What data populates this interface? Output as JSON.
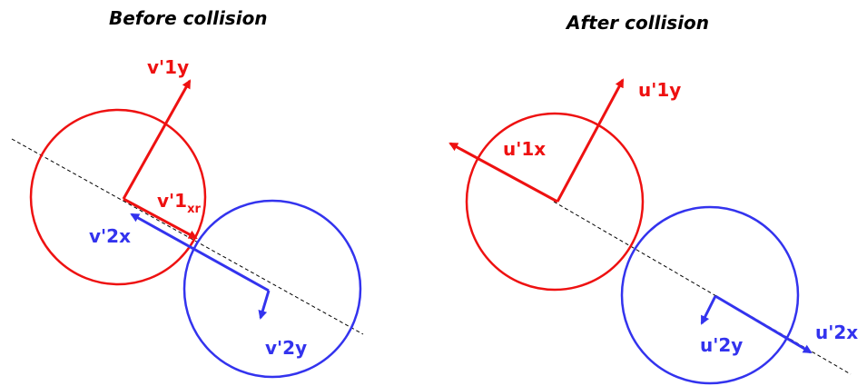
{
  "before": {
    "title": "Before collision",
    "labels": {
      "v1y": "v'1y",
      "v1x_main": "v'1",
      "v1x_sub": "xr",
      "v2x": "v'2x",
      "v2y": "v'2y"
    }
  },
  "after": {
    "title": "After collision",
    "labels": {
      "u1y": "u'1y",
      "u1x": "u'1x",
      "u2y": "u'2y",
      "u2x": "u'2x"
    }
  },
  "colors": {
    "ball1": "#ee1111",
    "ball2": "#3333ee",
    "line": "#000000"
  }
}
